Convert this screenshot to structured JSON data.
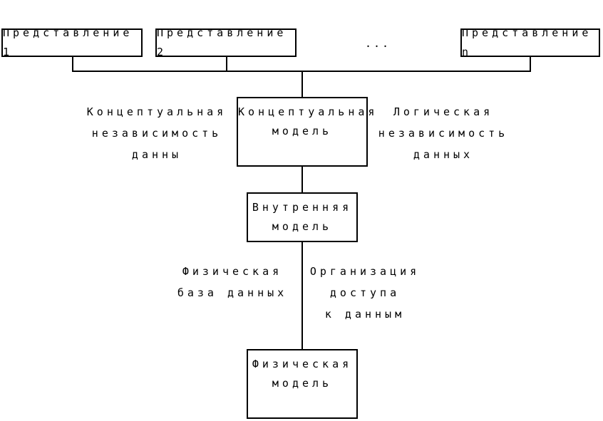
{
  "views": [
    {
      "label": "Представление 1"
    },
    {
      "label": "Представление 2"
    },
    {
      "label": "Представление n"
    }
  ],
  "ellipsis": "...",
  "conceptual_model": "Концептуальная\nмодель",
  "internal_model": "Внутренняя\nмодель",
  "physical_model": "Физическая\nмодель",
  "labels": {
    "conceptual_independence": "Концептуальная\nнезависимость\nданны",
    "logical_independence": "Логическая\nнезависимость\nданных",
    "physical_database": "Физическая\nбаза данных",
    "data_access": "Организация\nдоступа\nк данным"
  }
}
